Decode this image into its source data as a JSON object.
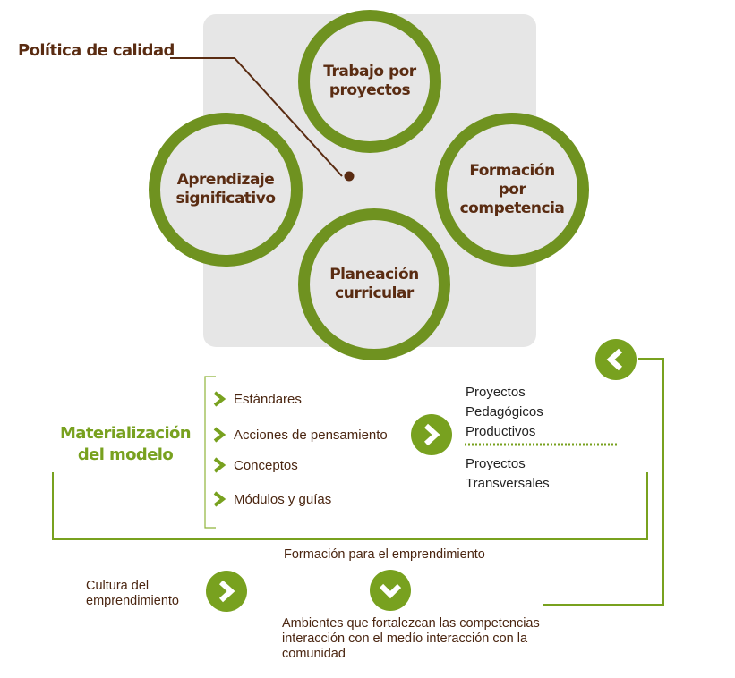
{
  "top_diagram": {
    "quality_policy_label": "Política de calidad",
    "circles": {
      "top": "Trabajo por proyectos",
      "left": "Aprendizaje significativo",
      "right": "Formación por competencia",
      "bottom": "Planeación curricular"
    }
  },
  "model": {
    "title": "Materialización del modelo",
    "items": [
      "Estándares",
      "Acciones de pensamiento",
      "Conceptos",
      "Módulos y guías"
    ],
    "projects_group_1": [
      "Proyectos",
      "Pedagógicos",
      "Productivos"
    ],
    "projects_group_2": [
      "Proyectos",
      "Transversales"
    ]
  },
  "entrepreneurship": {
    "formation_label": "Formación para el emprendimiento",
    "culture_label": "Cultura del emprendimiento",
    "environments_label": "Ambientes que fortalezcan las competencias interacción con el medío interacción con la comunidad"
  },
  "colors": {
    "accent_green": "#6f9220",
    "brown_text": "#5a2c12",
    "panel_gray": "#e6e6e6"
  },
  "icons": [
    "chevron-right-icon",
    "chevron-left-icon",
    "chevron-down-icon"
  ]
}
